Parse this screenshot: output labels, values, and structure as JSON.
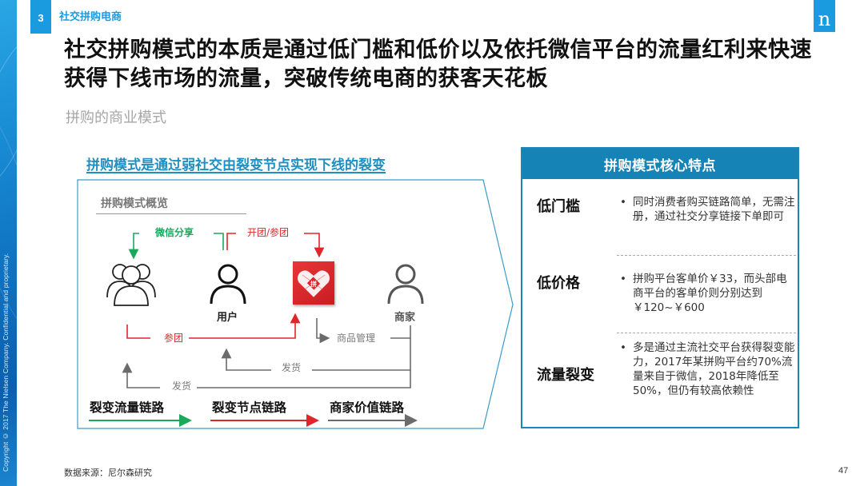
{
  "slide": {
    "section_number": "3",
    "section_title": "社交拼购电商",
    "brand_logo_letter": "n",
    "headline": "社交拼购模式的本质是通过低门槛和低价以及依托微信平台的流量红利来快速获得下线市场的流量，突破传统电商的获客天花板",
    "subtitle": "拼购的商业模式",
    "copyright": "Copyright © 2017 The Nielsen Company. Confidential and proprietary.",
    "source": "数据来源：尼尔森研究",
    "page_number": "47"
  },
  "diagram": {
    "heading": "拼购模式是通过弱社交由裂变节点实现下线的裂变",
    "overview_title": "拼购模式概览",
    "nodes": {
      "group": {
        "icon": "group-users-icon"
      },
      "user": {
        "label": "用户",
        "icon": "user-icon"
      },
      "platform": {
        "icon": "pinduoduo-logo-icon",
        "glyph": "拼"
      },
      "merchant": {
        "label": "商家",
        "icon": "merchant-icon"
      }
    },
    "flows": {
      "wechat_share": "微信分享",
      "open_join_group": "开团/参团",
      "join_group": "参团",
      "product_management": "商品管理",
      "ship_to_user": "发货",
      "ship_to_group": "发货"
    },
    "legend": [
      {
        "label": "裂变流量链路",
        "color": "#1aa85c"
      },
      {
        "label": "裂变节点链路",
        "color": "#e0262a"
      },
      {
        "label": "商家价值链路",
        "color": "#6b6b6b"
      }
    ],
    "colors": {
      "green": "#1aa85c",
      "red": "#e0262a",
      "grey": "#6b6b6b",
      "frame": "#3a9cc4"
    }
  },
  "features": {
    "title": "拼购模式核心特点",
    "items": [
      {
        "name": "低门槛",
        "desc": "同时消费者购买链路简单，无需注册，通过社交分享链接下单即可"
      },
      {
        "name": "低价格",
        "desc": "拼购平台客单价￥33，而头部电商平台的客单价则分别达到￥120~￥600"
      },
      {
        "name": "流量裂变",
        "desc": "多是通过主流社交平台获得裂变能力，2017年某拼购平台约70%流量来自于微信，2018年降低至50%，但仍有较高依赖性"
      }
    ],
    "bullet": "•",
    "accent_color": "#1683b6"
  }
}
